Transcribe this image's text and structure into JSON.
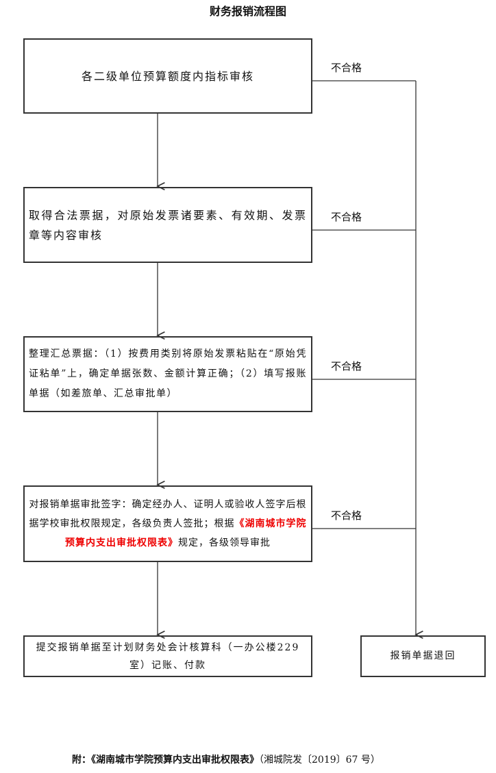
{
  "title": "财务报销流程图",
  "steps": [
    "各二级单位预算额度内指标审核",
    "取得合法票据，对原始发票诸要素、有效期、发票章等内容审核",
    "整理汇总票据：（1）按费用类别将原始发票粘贴在“原始凭证粘单”上，确定单据张数、金额计算正确；（2）填写报账单据（如差旅单、汇总审批单）",
    {
      "pre": "对报销单据审批签字：确定经办人、证明人或验收人签字后根据学校审批权限规定，各级负责人签批；根据",
      "highlight": "《湖南城市学院预算内支出审批权限表》",
      "post": "规定，各级领导审批"
    },
    "提交报销单据至计划财务处会计核算科（一办公楼229室）记账、付款"
  ],
  "reject_label": "不合格",
  "return_box": "报销单据退回",
  "footer": {
    "prefix": "附：",
    "doc": "《湖南城市学院预算内支出审批权限表》",
    "ref": "（湘城院发〔2019〕67 号）"
  },
  "colors": {
    "highlight": "#e00000"
  }
}
